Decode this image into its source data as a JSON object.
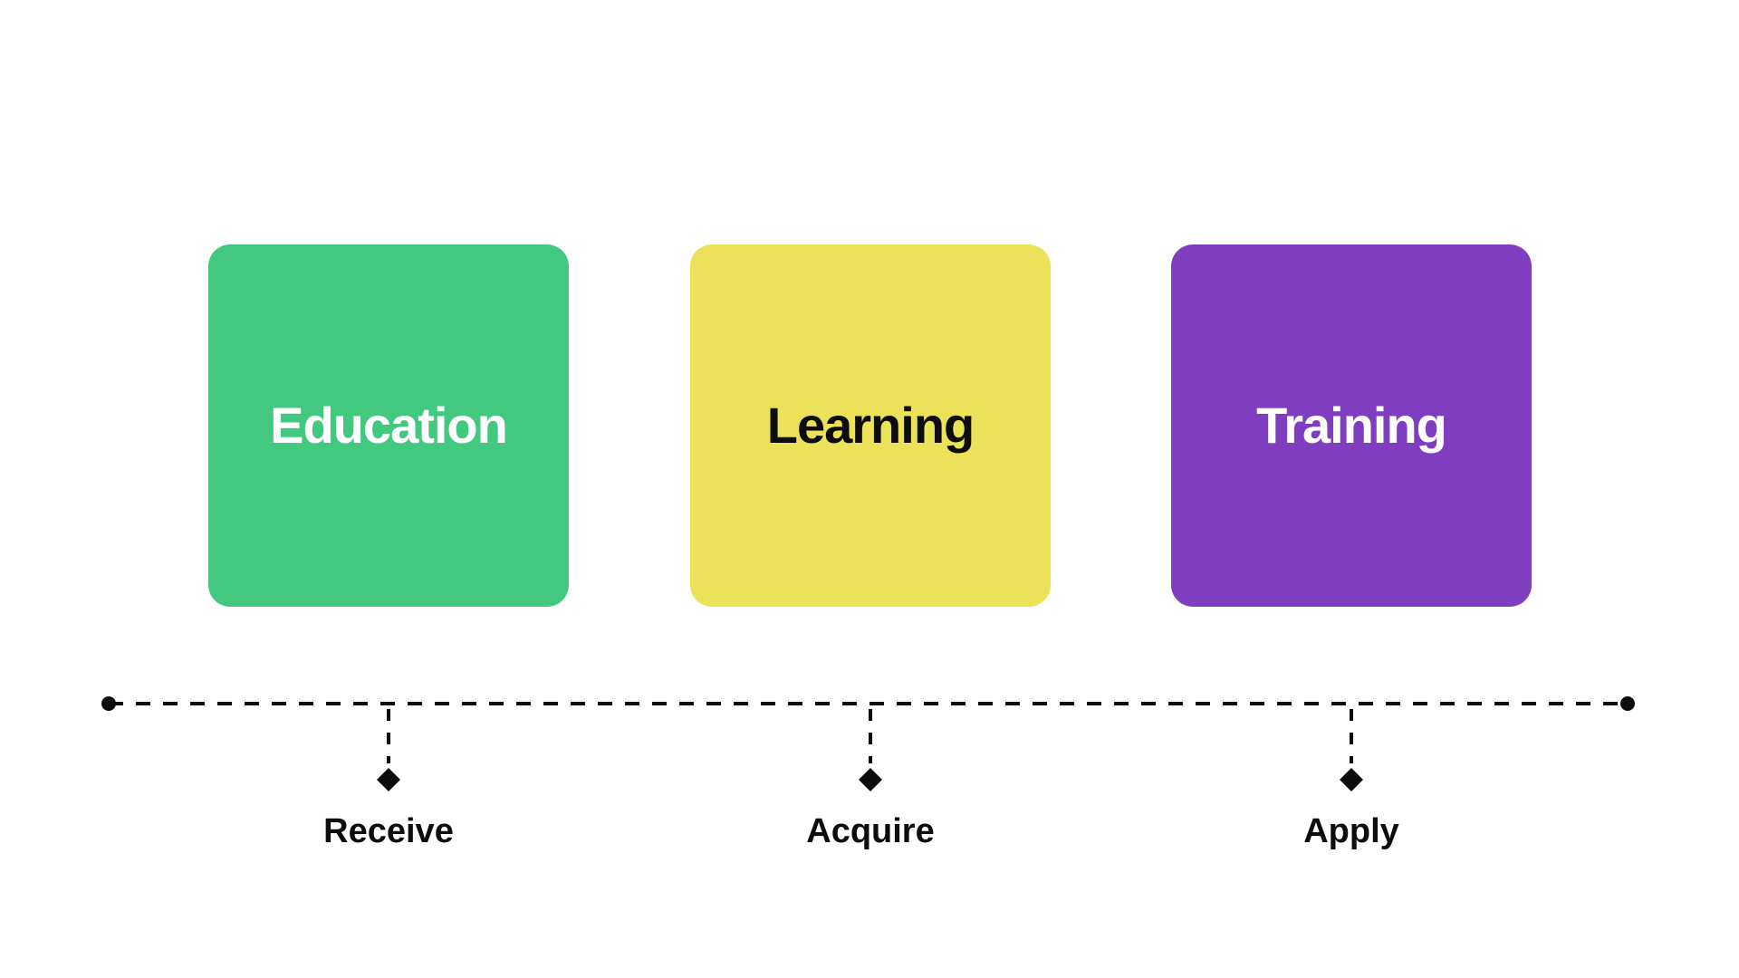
{
  "colors": {
    "background": "#ffffff",
    "line": "#0d0d0d"
  },
  "boxes": [
    {
      "label": "Education",
      "bg": "#42c97f",
      "text": "#ffffff"
    },
    {
      "label": "Learning",
      "bg": "#ece25a",
      "text": "#0d0d0d"
    },
    {
      "label": "Training",
      "bg": "#7f3dc0",
      "text": "#ffffff"
    }
  ],
  "milestones": [
    {
      "label": "Receive"
    },
    {
      "label": "Acquire"
    },
    {
      "label": "Apply"
    }
  ]
}
